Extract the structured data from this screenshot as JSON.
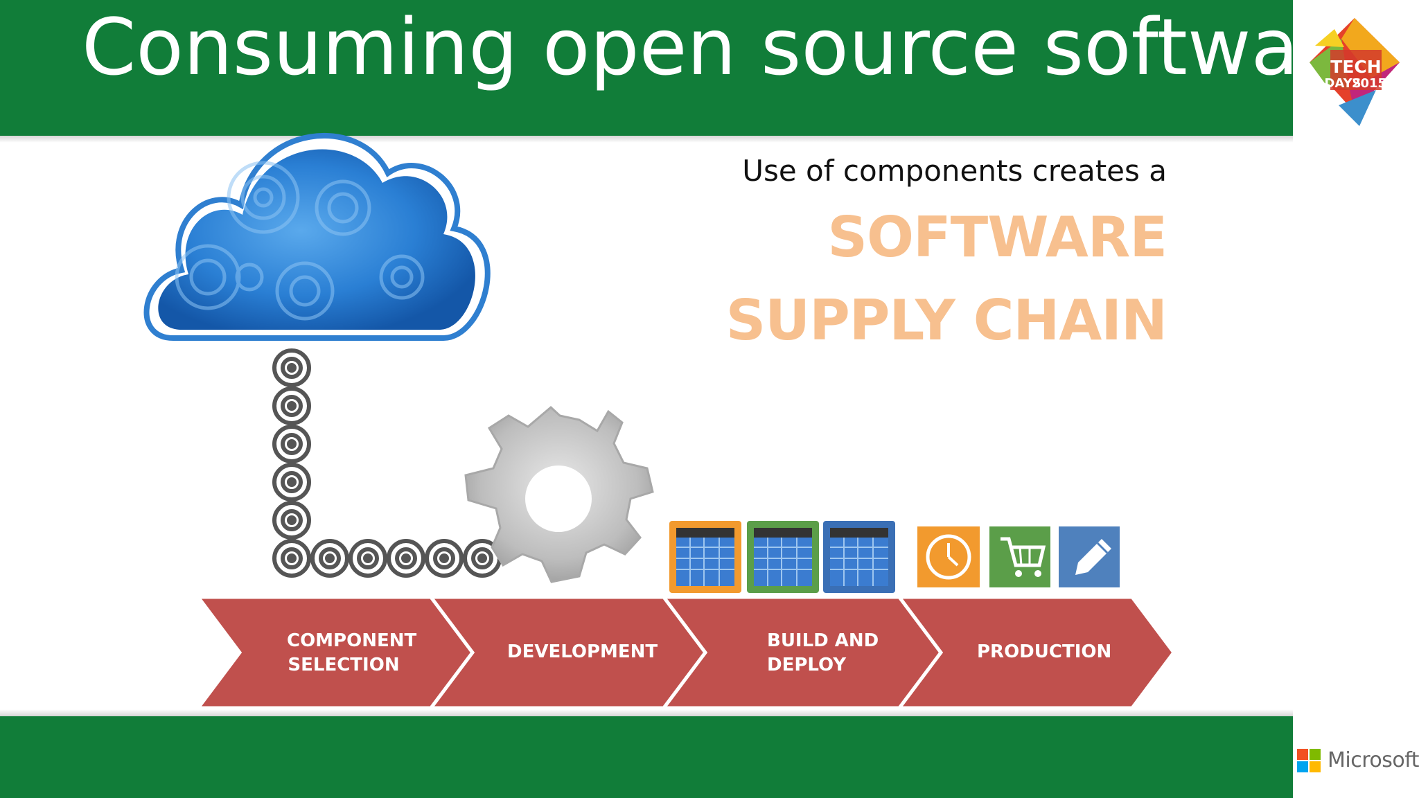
{
  "slide": {
    "title": "Consuming open source software",
    "subtitle": "Use of components creates a",
    "headline_line1": "SOFTWARE",
    "headline_line2": "SUPPLY CHAIN"
  },
  "brand": {
    "event_logo_line1": "TECH",
    "event_logo_line2": "DAYS",
    "event_logo_year": "2015",
    "company_name": "Microsoft"
  },
  "pipeline": {
    "stages": [
      {
        "label_line1": "COMPONENT",
        "label_line2": "SELECTION"
      },
      {
        "label_line1": "DEVELOPMENT",
        "label_line2": ""
      },
      {
        "label_line1": "BUILD AND",
        "label_line2": "DEPLOY"
      },
      {
        "label_line1": "PRODUCTION",
        "label_line2": ""
      }
    ],
    "build_tiles": [
      "orange",
      "green",
      "blue"
    ],
    "production_icons": [
      "clock-icon",
      "shopping-cart-icon",
      "pencil-icon"
    ]
  },
  "colors": {
    "header_green": "#117d39",
    "arrow_red": "#c0504d",
    "headline_peach": "#f7c08f",
    "cloud_blue": "#2a7fd4",
    "tile_orange": "#f29a2e",
    "tile_green": "#5b9e49",
    "tile_blue": "#3a6fb5"
  }
}
